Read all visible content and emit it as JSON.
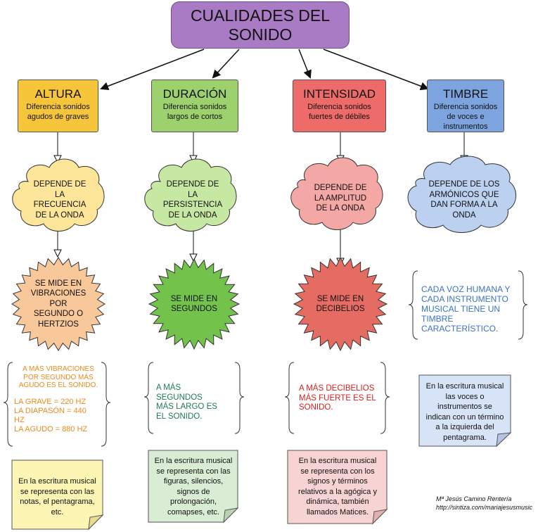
{
  "title": "CUALIDADES DEL\nSONIDO",
  "colors": {
    "title": "#a87bc4",
    "altura": "#f7c53a",
    "duracion": "#9dd16e",
    "intensidad": "#ed6b68",
    "timbre": "#7ea4e0",
    "cloud_altura": "#fde59a",
    "cloud_duracion": "#c7e8a3",
    "cloud_intensidad": "#f4a8a5",
    "cloud_timbre": "#bcd0ef",
    "star_altura": "#f8c89b",
    "star_duracion": "#72c24c",
    "star_intensidad": "#e56c63"
  },
  "categories": [
    {
      "name": "ALTURA",
      "desc": "Diferencia sonidos\nagudos de graves"
    },
    {
      "name": "DURACIÓN",
      "desc": "Diferencia sonidos\nlargos de cortos"
    },
    {
      "name": "INTENSIDAD",
      "desc": "Diferencia sonidos\nfuertes de débiles"
    },
    {
      "name": "TIMBRE",
      "desc": "Diferencia sonidos\nde voces e\ninstrumentos"
    }
  ],
  "clouds": [
    "DEPENDE DE\nLA\nFRECUENCIA\nDE LA ONDA",
    "DEPENDE DE\nLA\nPERSISTENCIA\nDE LA ONDA",
    "DEPENDE DE\nLA AMPLITUD\nDE LA ONDA",
    "DEPENDE DE LOS\nARMÓNICOS QUE\nDAN FORMA A LA\nONDA"
  ],
  "stars": [
    "SE MIDE EN\nVIBRACIONES\nPOR\nSEGUNDO O\nHERTZIOS",
    "SE MIDE EN\nSEGUNDOS",
    "SE MIDE EN\nDECIBELIOS"
  ],
  "timbre_brace": "CADA VOZ HUMANA Y\nCADA INSTRUMENTO\nMUSICAL TIENE UN\nTIMBRE\nCARACTERÍSTICO.",
  "braces": {
    "altura_a": "A MÁS VIBRACIONES\nPOR SEGUNDO MÁS\nAGUDO ES EL SONIDO.",
    "altura_b": "LA GRAVE = 220 HZ\nLA DIAPASÓN = 440\nHZ\nLA AGUDO = 880 HZ",
    "duracion": "A MÁS\nSEGUNDOS\n MÁS LARGO ES\nEL SONIDO.",
    "intensidad": "A MÁS DECIBELIOS\nMÁS FUERTE ES EL\nSONIDO."
  },
  "notes": {
    "altura": "En la escritura musical\nse representa con las\nnotas, el pentagrama,\netc.",
    "duracion": "En la escritura musical\nse representa con las\nfiguras, silencios,\nsignos de\nprolongación,\ncomapses, etc.",
    "intensidad": "En la escritura musical\nse representa con los\nsignos y términos\nrelativos a la agógica y\ndinámica, también\nllamados Matices.",
    "timbre": "En la escritura musical\nlas voces o\ninstrumentos se\nindican con un término\na la izquierda del\npentagrama."
  },
  "credit": "Mª Jesús Camino Rentería\nhttp://sintiza.com/mariajesusmusic"
}
